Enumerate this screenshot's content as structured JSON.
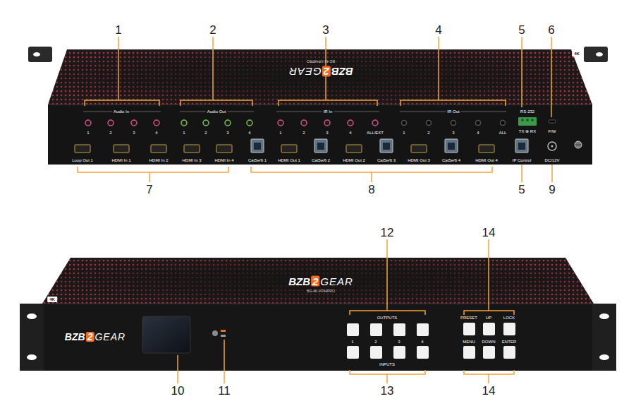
{
  "diagram": {
    "labels": [
      "1",
      "2",
      "3",
      "4",
      "5",
      "6",
      "Audio In",
      "1",
      "2",
      "3",
      "4",
      "Audio Out",
      "1",
      "2",
      "3",
      "4",
      "IR In",
      "1",
      "2",
      "3",
      "4",
      "ALL/EXT",
      "IR Out",
      "1",
      "2",
      "3",
      "4",
      "ALL",
      "RS-232",
      "TX ⊕ RX",
      "F/W",
      "Loop Out 1",
      "HDMI In 1",
      "HDMI In 2",
      "HDMI In 3",
      "HDMI In 4",
      "Cat5e/6 1",
      "HDMI Out 1",
      "Cat5e/6 2",
      "HDMI Out 2",
      "Cat5e/6 3",
      "HDMI Out 3",
      "Cat5e/6 4",
      "HDMI Out 4",
      "IP Control",
      "DC/12V",
      "7",
      "8",
      "5",
      "9",
      "4K",
      "BZB",
      "2",
      "GEAR",
      "BG-4K-VP44PRO",
      "12",
      "14",
      "4K",
      "BZB",
      "2",
      "GEAR",
      "BZB",
      "2",
      "GEAR",
      "BG-4K-VP44PRO",
      "OUTPUTS",
      "1",
      "2",
      "3",
      "4",
      "INPUTS",
      "PRESET",
      "UP",
      "LOCK",
      "MENU",
      "DOWN",
      "ENTER",
      "10",
      "11",
      "13",
      "14"
    ]
  }
}
